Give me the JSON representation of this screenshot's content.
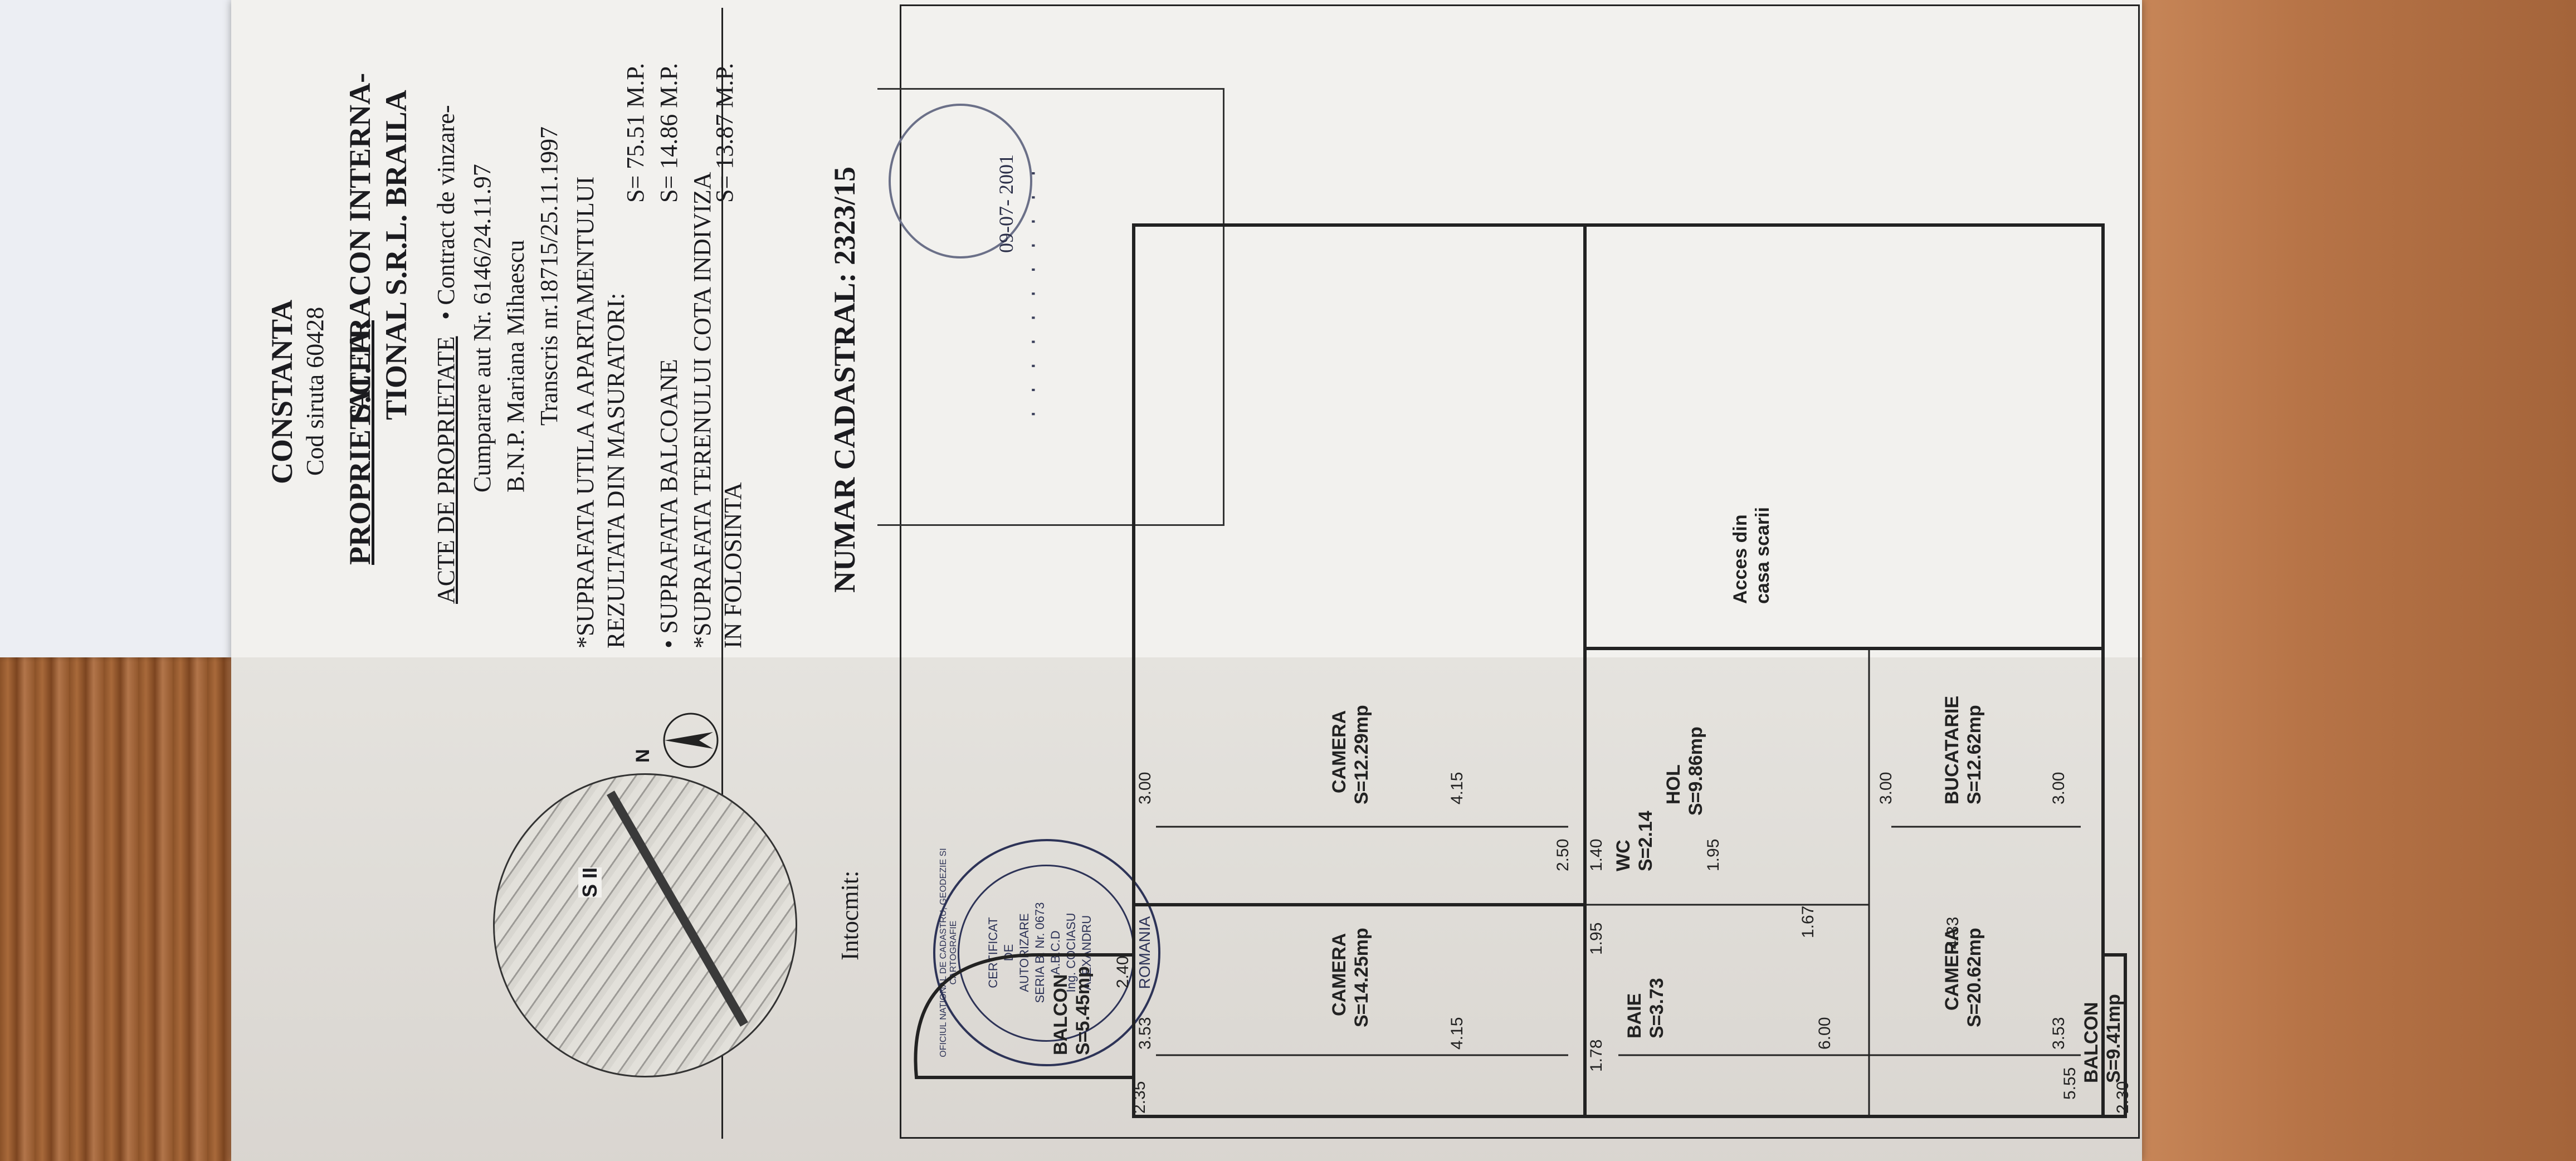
{
  "header": {
    "city": "CONSTANTA",
    "siruta": "Cod siruta 60428",
    "owner_label": "PROPRIETATEA:",
    "owner_line1": "S.C. TRACON INTERNA-",
    "owner_line2": "TIONAL S.R.L. BRAILA"
  },
  "acts": {
    "label": "ACTE DE PROPRIETATE",
    "line1": "• Contract de vinzare-",
    "line2": "Cumparare aut Nr. 6146/24.11.97",
    "line3": "B.N.P. Mariana Mihaescu",
    "line4": "Transcris nr.18715/25.11.1997"
  },
  "surfaces": {
    "useful_l1": "*SUPRAFATA UTILA A APARTAMENTULUI",
    "useful_l2": "REZULTATA DIN MASURATORI:",
    "useful_value": "S= 75.51 M.P.",
    "balcony_label": "• SUPRAFATA BALCOANE",
    "balcony_value": "S= 14.86 M.P.",
    "land_l1": "*SUPRAFATA TERENULUI COTA INDIVIZA",
    "land_l2": "IN FOLOSINTA",
    "land_value": "S= 13.87 M.P."
  },
  "cadastral": {
    "number": "NUMAR CADASTRAL: 2323/15",
    "prepared_by": "Intocmit:",
    "stamp_ring": "OFICIUL NATIONAL DE CADASTRU, GEODEZIE SI CARTOGRAFIE",
    "stamp_country": "ROMANIA",
    "stamp_inner": [
      "CERTIFICAT",
      "DE",
      "AUTORIZARE",
      "SERIA B, Nr. 0673",
      "A.B.C.D",
      "Ing. COCIASU",
      "ALEXANDRU"
    ],
    "date_stamp": "09-07- 2001"
  },
  "map": {
    "north": "N",
    "label": "S II"
  },
  "plan": {
    "access": [
      "Acces din",
      "casa scarii"
    ],
    "rooms": [
      {
        "name": "BALCON",
        "area": "S=5.45mp"
      },
      {
        "name": "CAMERA",
        "area": "S=14.25mp"
      },
      {
        "name": "CAMERA",
        "area": "S=12.29mp"
      },
      {
        "name": "BAIE",
        "area": "S=3.73"
      },
      {
        "name": "HOL",
        "area": "S=9.86mp"
      },
      {
        "name": "WC",
        "area": "S=2.14"
      },
      {
        "name": "CAMERA",
        "area": "S=20.62mp"
      },
      {
        "name": "BUCATARIE",
        "area": "S=12.62mp"
      },
      {
        "name": "BALCON",
        "area": "S=9.41mp"
      }
    ],
    "dims": [
      "3.53",
      "3.00",
      "4.15",
      "4.15",
      "2.50",
      "1.78",
      "1.95",
      "1.40",
      "1.95",
      "1.67",
      "6.00",
      "4.33",
      "3.00",
      "3.53",
      "3.00",
      "2.40",
      "2.30",
      "5.55",
      "2.35"
    ]
  }
}
